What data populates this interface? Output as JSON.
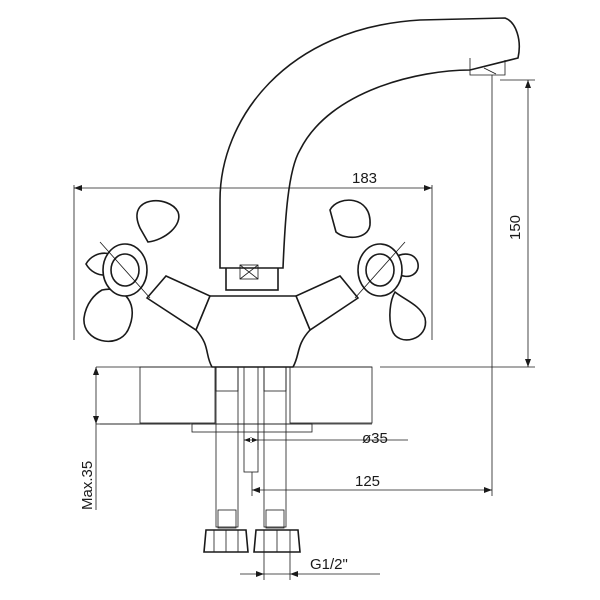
{
  "dimensions": {
    "width_label": "183",
    "height_label": "150",
    "diameter_label": "ø35",
    "reach_label": "125",
    "max_thickness_label": "Max.35",
    "thread_label": "G1/2\""
  }
}
